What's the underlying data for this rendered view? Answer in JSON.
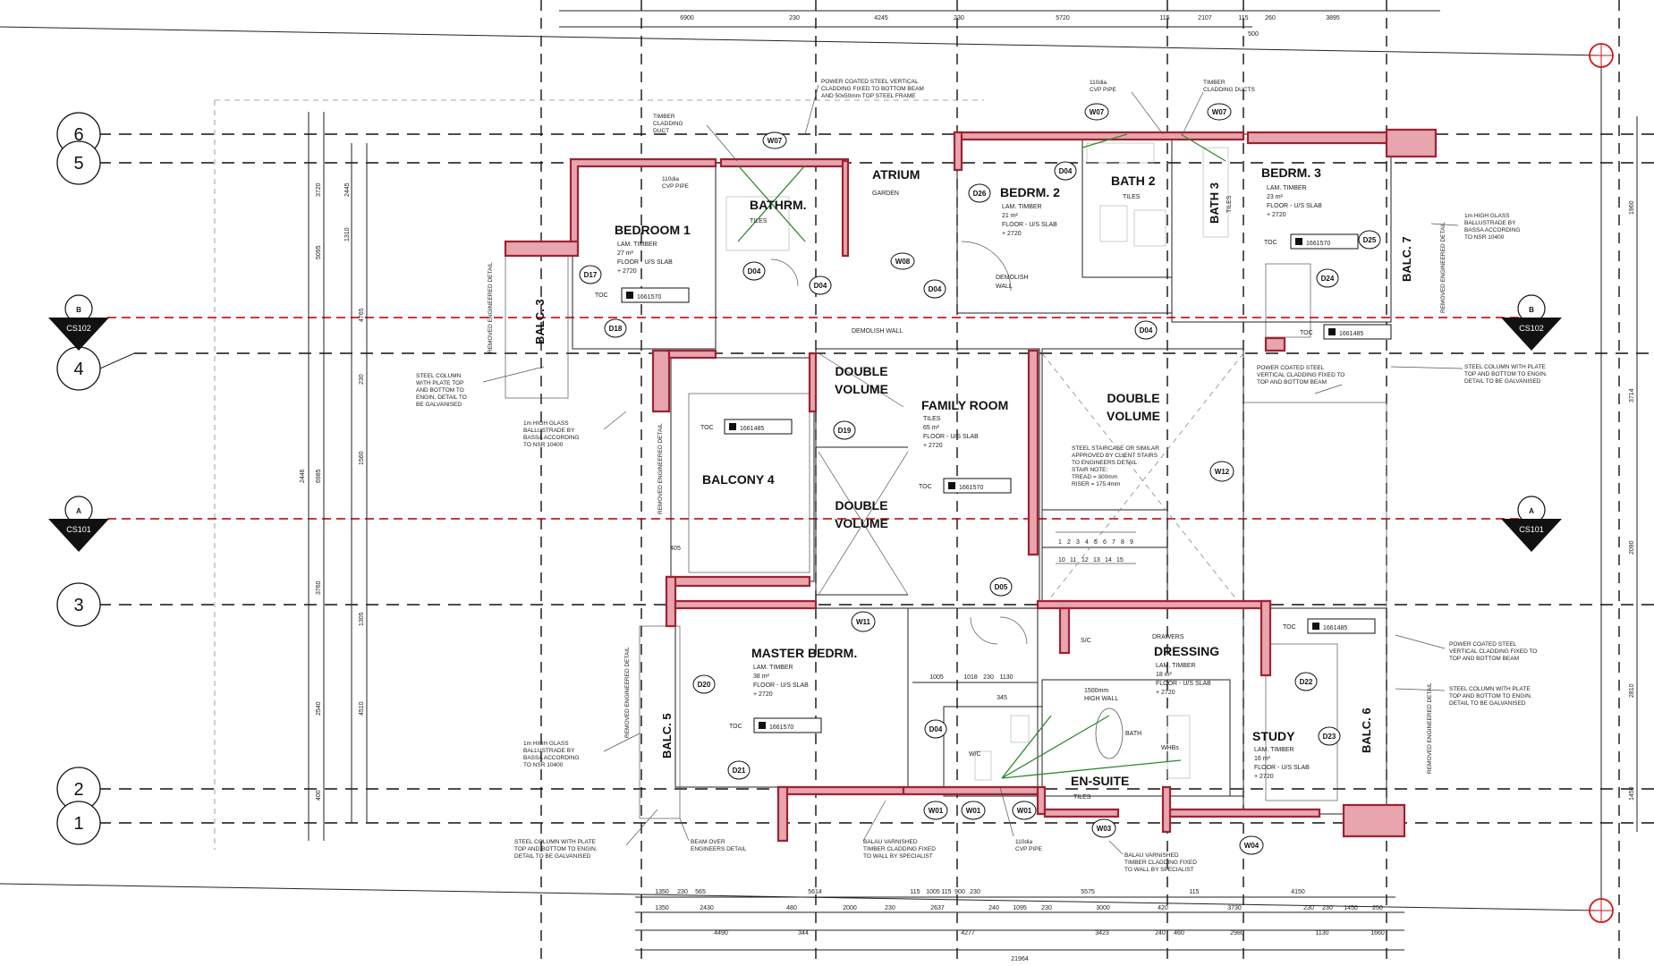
{
  "grid": {
    "rows": [
      {
        "label": "6"
      },
      {
        "label": "5"
      },
      {
        "label": "4"
      },
      {
        "label": "3"
      },
      {
        "label": "2"
      },
      {
        "label": "1"
      }
    ],
    "sections": [
      {
        "letter": "B",
        "ref": "CS102"
      },
      {
        "letter": "A",
        "ref": "CS101"
      }
    ]
  },
  "rooms": {
    "bedroom1": {
      "name": "BEDROOM 1",
      "sub": [
        "LAM. TIMBER",
        "27 m²",
        "FLOOR - U/S SLAB",
        "+ 2720"
      ]
    },
    "bathrm": {
      "name": "BATHRM.",
      "sub": [
        "TILES"
      ]
    },
    "atrium": {
      "name": "ATRIUM",
      "sub": [
        "GARDEN"
      ]
    },
    "bedrm2": {
      "name": "BEDRM. 2",
      "sub": [
        "LAM. TIMBER",
        "21 m²",
        "FLOOR - U/S SLAB",
        "+ 2720"
      ]
    },
    "bath2": {
      "name": "BATH 2",
      "sub": [
        "TILES"
      ]
    },
    "bath3": {
      "name": "BATH 3",
      "sub": [
        "TILES"
      ]
    },
    "bedrm3": {
      "name": "BEDRM. 3",
      "sub": [
        "LAM. TIMBER",
        "23 m²",
        "FLOOR - U/S SLAB",
        "+ 2720"
      ]
    },
    "double1": {
      "name": [
        "DOUBLE",
        "VOLUME"
      ]
    },
    "double2": {
      "name": [
        "DOUBLE",
        "VOLUME"
      ]
    },
    "double3": {
      "name": [
        "DOUBLE",
        "VOLUME"
      ]
    },
    "family": {
      "name": "FAMILY ROOM",
      "sub": [
        "TILES",
        "65 m²",
        "FLOOR - U/S SLAB",
        "+ 2720"
      ]
    },
    "balcony4": {
      "name": "BALCONY 4"
    },
    "master": {
      "name": "MASTER BEDRM.",
      "sub": [
        "LAM. TIMBER",
        "38 m²",
        "FLOOR - U/S SLAB",
        "+ 2720"
      ]
    },
    "dressing": {
      "name": "DRESSING",
      "sub": [
        "LAM. TIMBER",
        "18 m²",
        "FLOOR - U/S SLAB",
        "+ 2720"
      ]
    },
    "ensuite": {
      "name": "EN-SUITE",
      "sub": [
        "TILES"
      ]
    },
    "study": {
      "name": "STUDY",
      "sub": [
        "LAM. TIMBER",
        "16 m²",
        "FLOOR - U/S SLAB",
        "+ 2720"
      ]
    },
    "balc3": {
      "name": "BALC. 3"
    },
    "balc5": {
      "name": "BALC. 5"
    },
    "balc6": {
      "name": "BALC. 6"
    },
    "balc7": {
      "name": "BALC. 7"
    }
  },
  "toc": {
    "prefix": "TOC",
    "b1": "1661570",
    "b3": "1661570",
    "r1": "1661485",
    "bal4": "1661485",
    "fam": "1661570",
    "mst": "1661570",
    "std": "1661485"
  },
  "tags": {
    "W07a": "W07",
    "W07b": "W07",
    "W07c": "W07",
    "W08": "W08",
    "W12": "W12",
    "W11": "W11",
    "W01a": "W01",
    "W01b": "W01",
    "W01c": "W01",
    "W03": "W03",
    "W04": "W04",
    "D17": "D17",
    "D18": "D18",
    "D04a": "D04",
    "D04b": "D04",
    "D04c": "D04",
    "D04d": "D04",
    "D04e": "D04",
    "D04f": "D04",
    "D26": "D26",
    "D25": "D25",
    "D24": "D24",
    "D19": "D19",
    "D05": "D05",
    "D20": "D20",
    "D21": "D21",
    "D22": "D22",
    "D23": "D23"
  },
  "labels": {
    "demolish_wall": "DEMOLISH WALL",
    "demolish_wall2": [
      "DEMOLISH",
      "WALL"
    ],
    "wc": "W/C",
    "stair_note": [
      "STEEL STAIRCASE OR SIMILAR",
      "APPROVED BY CLIENT STAIRS",
      "TO ENGINEERS DETAIL",
      "STAIR NOTE:",
      "TREAD = 300mm",
      "RISER = 175.4mm"
    ],
    "highwall": [
      "1500mm",
      "HIGH WALL"
    ],
    "bath": "BATH",
    "whb": "WHBs",
    "drawers": "DRAWERS",
    "sc": "S/C"
  },
  "notes": {
    "n1": [
      "POWER COATED STEEL VERTICAL",
      "CLADDING FIXED TO BOTTOM BEAM",
      "AND 50x50mm TOP STEEL FRAME"
    ],
    "n2": [
      "TIMBER",
      "CLADDING",
      "DUCT"
    ],
    "n3": [
      "110dia",
      "CVP PIPE"
    ],
    "n4": [
      "110dia",
      "CVP PIPE"
    ],
    "n5": [
      "TIMBER",
      "CLADDING DUCTS"
    ],
    "n6": [
      "1m HIGH GLASS",
      "BALLUSTRADE BY",
      "BASSA ACCORDING",
      "TO NSR 10400"
    ],
    "n7": [
      "STEEL COLUMN",
      "WITH PLATE TOP",
      "AND BOTTOM TO",
      "ENGIN. DETAIL TO",
      "BE GALVANISED"
    ],
    "n8": [
      "1m HIGH GLASS",
      "BALLUSTRADE BY",
      "BASSA ACCORDING",
      "TO NSR 10400"
    ],
    "n9": [
      "POWER COATED STEEL",
      "VERTICAL CLADDING FIXED TO",
      "TOP AND BOTTOM BEAM"
    ],
    "n10": [
      "STEEL COLUMN WITH PLATE",
      "TOP AND BOTTOM TO ENGIN.",
      "DETAIL TO BE GALVANISED"
    ],
    "n11": [
      "POWER COATED STEEL",
      "VERTICAL CLADDING FIXED TO",
      "TOP AND BOTTOM BEAM"
    ],
    "n12": [
      "STEEL COLUMN WITH PLATE",
      "TOP AND BOTTOM TO ENGIN.",
      "DETAIL TO BE GALVANISED"
    ],
    "n13": [
      "1m HIGH GLASS",
      "BALLUSTRADE BY",
      "BASSA ACCORDING",
      "TO NSR 10400"
    ],
    "n14": [
      "STEEL COLUMN WITH PLATE",
      "TOP AND BOTTOM TO ENGIN.",
      "DETAIL TO BE GALVANISED"
    ],
    "n15": [
      "BEAM OVER",
      "ENGINEERS DETAIL"
    ],
    "n16": [
      "BALAU VARNISHED",
      "TIMBER CLADDING FIXED",
      "TO WALL BY SPECIALIST"
    ],
    "n17": [
      "110dia",
      "CVP PIPE"
    ],
    "n18": [
      "BALAU VARNISHED",
      "TIMBER CLADDING FIXED",
      "TO WALL BY SPECIALIST"
    ],
    "vrem1": "REMOVED ENGINEERED DETAIL",
    "vrem2": "REMOVED ENGINEERED DETAIL",
    "vrem3": "REMOVED ENGINEERED DETAIL",
    "vrem4": "REMOVED ENGINEERED DETAIL",
    "vrem5": "REMOVED ENGINEERED DETAIL"
  },
  "dims": {
    "top": [
      "6900",
      "230",
      "4245",
      "230",
      "5720",
      "115",
      "2107",
      "115",
      "260",
      "3895"
    ],
    "top2": "500",
    "bot1": [
      "1350",
      "230",
      "565",
      "5614",
      "115",
      "1005",
      "115",
      "900",
      "230",
      "5575",
      "115",
      "4150"
    ],
    "bot2": [
      "1350",
      "2430",
      "480",
      "2000",
      "230",
      "2637",
      "240",
      "1095",
      "230",
      "3000",
      "420",
      "3730",
      "230",
      "230",
      "1450",
      "250"
    ],
    "bot3": [
      "4490",
      "344",
      "4277",
      "3423",
      "240",
      "460",
      "2980",
      "1130",
      "1660"
    ],
    "bot4": "21964",
    "mid": [
      "1005",
      "1018",
      "230",
      "1130"
    ],
    "mid2": "345",
    "left": [
      "2446",
      "6985",
      "5095",
      "2540",
      "3760",
      "400",
      "3720"
    ],
    "left2": [
      "2445",
      "1310",
      "4765",
      "230",
      "1560",
      "4510",
      "1305"
    ],
    "right": [
      "1960",
      "3714",
      "2090",
      "2810",
      "1450"
    ],
    "stair": [
      "1",
      "2",
      "3",
      "4",
      "5",
      "6",
      "7",
      "8",
      "9",
      "10",
      "11",
      "12",
      "13",
      "14",
      "15"
    ],
    "bal4w": "405"
  }
}
